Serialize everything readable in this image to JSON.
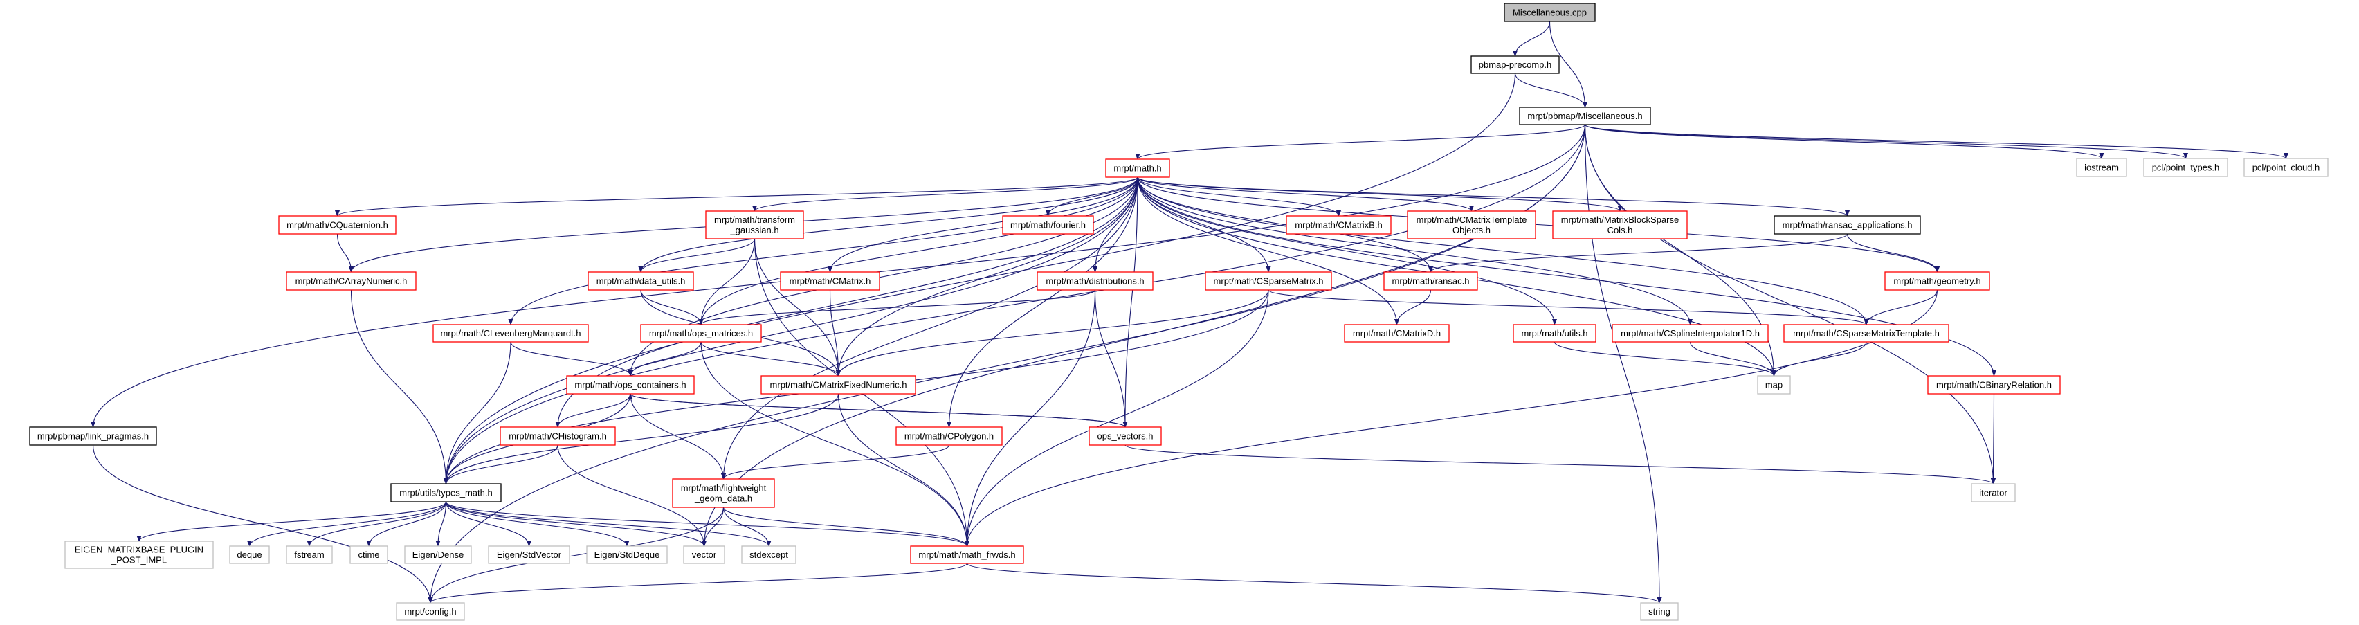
{
  "title": "Miscellaneous.cpp",
  "colors": {
    "edge": "#191970",
    "documented": "#000000",
    "has_incomplete": "#ff0000",
    "external": "#bfbfbf",
    "root_fill": "#bfbfbf"
  },
  "nodes": [
    {
      "id": "misc_cpp",
      "lines": [
        "Miscellaneous.cpp"
      ],
      "kind": "root"
    },
    {
      "id": "precomp",
      "lines": [
        "pbmap-precomp.h"
      ],
      "kind": "black"
    },
    {
      "id": "misc_h",
      "lines": [
        "mrpt/pbmap/Miscellaneous.h"
      ],
      "kind": "black"
    },
    {
      "id": "math_h",
      "lines": [
        "mrpt/math.h"
      ],
      "kind": "red"
    },
    {
      "id": "iostream",
      "lines": [
        "iostream"
      ],
      "kind": "gray"
    },
    {
      "id": "point_types",
      "lines": [
        "pcl/point_types.h"
      ],
      "kind": "gray"
    },
    {
      "id": "point_cloud",
      "lines": [
        "pcl/point_cloud.h"
      ],
      "kind": "gray"
    },
    {
      "id": "cquat",
      "lines": [
        "mrpt/math/CQuaternion.h"
      ],
      "kind": "red"
    },
    {
      "id": "tgauss",
      "lines": [
        "mrpt/math/transform",
        "_gaussian.h"
      ],
      "kind": "red"
    },
    {
      "id": "fourier",
      "lines": [
        "mrpt/math/fourier.h"
      ],
      "kind": "red"
    },
    {
      "id": "cmatb",
      "lines": [
        "mrpt/math/CMatrixB.h"
      ],
      "kind": "red"
    },
    {
      "id": "cmto",
      "lines": [
        "mrpt/math/CMatrixTemplate",
        "Objects.h"
      ],
      "kind": "red"
    },
    {
      "id": "mbsc",
      "lines": [
        "mrpt/math/MatrixBlockSparse",
        "Cols.h"
      ],
      "kind": "red"
    },
    {
      "id": "ransac_app",
      "lines": [
        "mrpt/math/ransac_applications.h"
      ],
      "kind": "black"
    },
    {
      "id": "carr",
      "lines": [
        "mrpt/math/CArrayNumeric.h"
      ],
      "kind": "red"
    },
    {
      "id": "datau",
      "lines": [
        "mrpt/math/data_utils.h"
      ],
      "kind": "red"
    },
    {
      "id": "cmatrix",
      "lines": [
        "mrpt/math/CMatrix.h"
      ],
      "kind": "red"
    },
    {
      "id": "distr",
      "lines": [
        "mrpt/math/distributions.h"
      ],
      "kind": "red"
    },
    {
      "id": "csparse",
      "lines": [
        "mrpt/math/CSparseMatrix.h"
      ],
      "kind": "red"
    },
    {
      "id": "ransac",
      "lines": [
        "mrpt/math/ransac.h"
      ],
      "kind": "red"
    },
    {
      "id": "geom",
      "lines": [
        "mrpt/math/geometry.h"
      ],
      "kind": "red"
    },
    {
      "id": "clm",
      "lines": [
        "mrpt/math/CLevenbergMarquardt.h"
      ],
      "kind": "red"
    },
    {
      "id": "opsm",
      "lines": [
        "mrpt/math/ops_matrices.h"
      ],
      "kind": "red"
    },
    {
      "id": "cmatd",
      "lines": [
        "mrpt/math/CMatrixD.h"
      ],
      "kind": "red"
    },
    {
      "id": "utils",
      "lines": [
        "mrpt/math/utils.h"
      ],
      "kind": "red"
    },
    {
      "id": "spline",
      "lines": [
        "mrpt/math/CSplineInterpolator1D.h"
      ],
      "kind": "red"
    },
    {
      "id": "csmt",
      "lines": [
        "mrpt/math/CSparseMatrixTemplate.h"
      ],
      "kind": "red"
    },
    {
      "id": "opsc",
      "lines": [
        "mrpt/math/ops_containers.h"
      ],
      "kind": "red"
    },
    {
      "id": "cmfn",
      "lines": [
        "mrpt/math/CMatrixFixedNumeric.h"
      ],
      "kind": "red"
    },
    {
      "id": "map",
      "lines": [
        "map"
      ],
      "kind": "gray"
    },
    {
      "id": "cbin",
      "lines": [
        "mrpt/math/CBinaryRelation.h"
      ],
      "kind": "red"
    },
    {
      "id": "link",
      "lines": [
        "mrpt/pbmap/link_pragmas.h"
      ],
      "kind": "black"
    },
    {
      "id": "chist",
      "lines": [
        "mrpt/math/CHistogram.h"
      ],
      "kind": "red"
    },
    {
      "id": "cpoly",
      "lines": [
        "mrpt/math/CPolygon.h"
      ],
      "kind": "red"
    },
    {
      "id": "opsv",
      "lines": [
        "ops_vectors.h"
      ],
      "kind": "red"
    },
    {
      "id": "types",
      "lines": [
        "mrpt/utils/types_math.h"
      ],
      "kind": "black"
    },
    {
      "id": "lwg",
      "lines": [
        "mrpt/math/lightweight",
        "_geom_data.h"
      ],
      "kind": "red"
    },
    {
      "id": "iterator",
      "lines": [
        "iterator"
      ],
      "kind": "gray"
    },
    {
      "id": "eigenplug",
      "lines": [
        "EIGEN_MATRIXBASE_PLUGIN",
        "_POST_IMPL"
      ],
      "kind": "gray"
    },
    {
      "id": "deque",
      "lines": [
        "deque"
      ],
      "kind": "gray"
    },
    {
      "id": "fstream",
      "lines": [
        "fstream"
      ],
      "kind": "gray"
    },
    {
      "id": "ctime",
      "lines": [
        "ctime"
      ],
      "kind": "gray"
    },
    {
      "id": "edense",
      "lines": [
        "Eigen/Dense"
      ],
      "kind": "gray"
    },
    {
      "id": "estdvec",
      "lines": [
        "Eigen/StdVector"
      ],
      "kind": "gray"
    },
    {
      "id": "estddeq",
      "lines": [
        "Eigen/StdDeque"
      ],
      "kind": "gray"
    },
    {
      "id": "vector",
      "lines": [
        "vector"
      ],
      "kind": "gray"
    },
    {
      "id": "stdexcept",
      "lines": [
        "stdexcept"
      ],
      "kind": "gray"
    },
    {
      "id": "frwds",
      "lines": [
        "mrpt/math/math_frwds.h"
      ],
      "kind": "red"
    },
    {
      "id": "config",
      "lines": [
        "mrpt/config.h"
      ],
      "kind": "gray"
    },
    {
      "id": "string",
      "lines": [
        "string"
      ],
      "kind": "gray"
    }
  ],
  "edges": [
    [
      "misc_cpp",
      "precomp"
    ],
    [
      "misc_cpp",
      "misc_h"
    ],
    [
      "precomp",
      "misc_h"
    ],
    [
      "precomp",
      "types"
    ],
    [
      "misc_h",
      "math_h"
    ],
    [
      "misc_h",
      "link"
    ],
    [
      "misc_h",
      "config"
    ],
    [
      "misc_h",
      "types"
    ],
    [
      "misc_h",
      "vector"
    ],
    [
      "misc_h",
      "iostream"
    ],
    [
      "misc_h",
      "point_types"
    ],
    [
      "misc_h",
      "point_cloud"
    ],
    [
      "misc_h",
      "string"
    ],
    [
      "misc_h",
      "map"
    ],
    [
      "misc_h",
      "iterator"
    ],
    [
      "math_h",
      "cquat"
    ],
    [
      "math_h",
      "carr"
    ],
    [
      "math_h",
      "tgauss"
    ],
    [
      "math_h",
      "datau"
    ],
    [
      "math_h",
      "clm"
    ],
    [
      "math_h",
      "opsm"
    ],
    [
      "math_h",
      "opsc"
    ],
    [
      "math_h",
      "chist"
    ],
    [
      "math_h",
      "types"
    ],
    [
      "math_h",
      "cmatrix"
    ],
    [
      "math_h",
      "cmfn"
    ],
    [
      "math_h",
      "cpoly"
    ],
    [
      "math_h",
      "lwg"
    ],
    [
      "math_h",
      "fourier"
    ],
    [
      "math_h",
      "distr"
    ],
    [
      "math_h",
      "opsv"
    ],
    [
      "math_h",
      "csparse"
    ],
    [
      "math_h",
      "cmatb"
    ],
    [
      "math_h",
      "cmto"
    ],
    [
      "math_h",
      "mbsc"
    ],
    [
      "math_h",
      "ransac"
    ],
    [
      "math_h",
      "cmatd"
    ],
    [
      "math_h",
      "ransac_app"
    ],
    [
      "math_h",
      "utils"
    ],
    [
      "math_h",
      "spline"
    ],
    [
      "math_h",
      "csmt"
    ],
    [
      "math_h",
      "geom"
    ],
    [
      "math_h",
      "cbin"
    ],
    [
      "math_h",
      "map"
    ],
    [
      "cquat",
      "carr"
    ],
    [
      "carr",
      "types"
    ],
    [
      "tgauss",
      "datau"
    ],
    [
      "tgauss",
      "opsm"
    ],
    [
      "tgauss",
      "cmfn"
    ],
    [
      "tgauss",
      "frwds"
    ],
    [
      "datau",
      "opsm"
    ],
    [
      "datau",
      "cmfn"
    ],
    [
      "clm",
      "opsc"
    ],
    [
      "clm",
      "types"
    ],
    [
      "opsm",
      "opsc"
    ],
    [
      "opsm",
      "cmfn"
    ],
    [
      "opsm",
      "frwds"
    ],
    [
      "opsc",
      "types"
    ],
    [
      "opsc",
      "chist"
    ],
    [
      "opsc",
      "lwg"
    ],
    [
      "opsc",
      "opsv"
    ],
    [
      "opsv",
      "opsc"
    ],
    [
      "opsv",
      "iterator"
    ],
    [
      "chist",
      "types"
    ],
    [
      "chist",
      "vector"
    ],
    [
      "cmfn",
      "types"
    ],
    [
      "cmfn",
      "frwds"
    ],
    [
      "cmatrix",
      "cmfn"
    ],
    [
      "distr",
      "opsm"
    ],
    [
      "distr",
      "opsv"
    ],
    [
      "distr",
      "frwds"
    ],
    [
      "csparse",
      "cmfn"
    ],
    [
      "csparse",
      "types"
    ],
    [
      "csparse",
      "frwds"
    ],
    [
      "csparse",
      "csmt"
    ],
    [
      "ransac",
      "cmatd"
    ],
    [
      "ransac_app",
      "ransac"
    ],
    [
      "ransac_app",
      "geom"
    ],
    [
      "geom",
      "csmt"
    ],
    [
      "geom",
      "frwds"
    ],
    [
      "csmt",
      "map"
    ],
    [
      "spline",
      "map"
    ],
    [
      "utils",
      "map"
    ],
    [
      "cbin",
      "iterator"
    ],
    [
      "cpoly",
      "lwg"
    ],
    [
      "lwg",
      "vector"
    ],
    [
      "lwg",
      "stdexcept"
    ],
    [
      "lwg",
      "frwds"
    ],
    [
      "lwg",
      "config"
    ],
    [
      "types",
      "eigenplug"
    ],
    [
      "types",
      "deque"
    ],
    [
      "types",
      "fstream"
    ],
    [
      "types",
      "ctime"
    ],
    [
      "types",
      "edense"
    ],
    [
      "types",
      "estdvec"
    ],
    [
      "types",
      "estddeq"
    ],
    [
      "types",
      "vector"
    ],
    [
      "types",
      "stdexcept"
    ],
    [
      "types",
      "frwds"
    ],
    [
      "frwds",
      "config"
    ],
    [
      "frwds",
      "string"
    ],
    [
      "link",
      "config"
    ]
  ]
}
